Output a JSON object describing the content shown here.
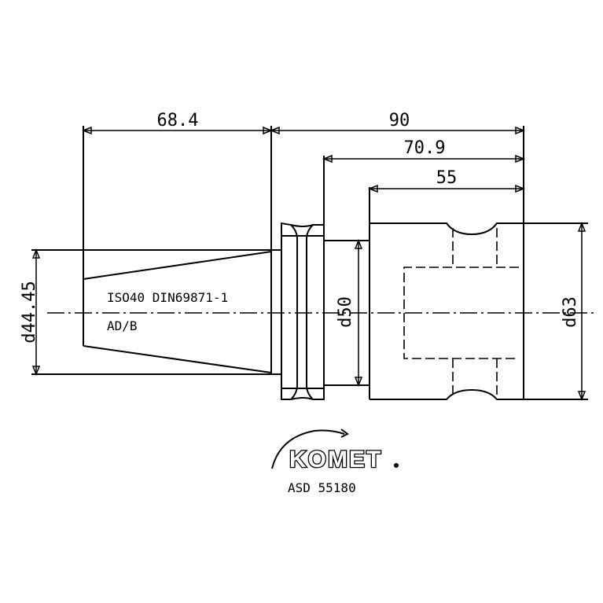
{
  "dimensions": {
    "taper_length": "68.4",
    "overall_length": "90",
    "body_length": "70.9",
    "head_length": "55",
    "taper_diameter": "d44.45",
    "neck_diameter": "d50",
    "head_diameter": "d63"
  },
  "notes": {
    "standard": "ISO40 DIN69871-1",
    "form": "AD/B"
  },
  "logo": {
    "brand": "KOMET",
    "part_number": "ASD 55180"
  }
}
